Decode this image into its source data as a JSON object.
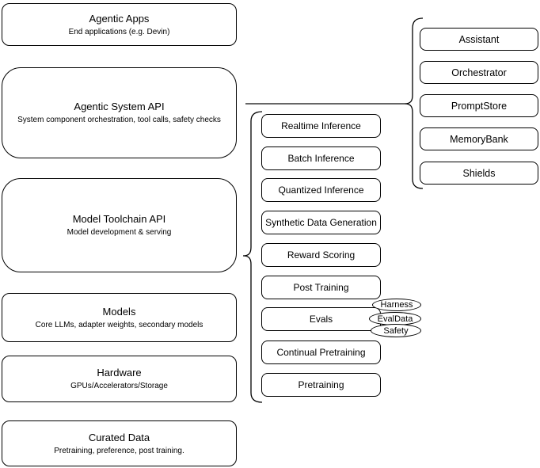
{
  "diagram": {
    "layers": [
      {
        "title": "Agentic Apps",
        "subtitle": "End applications (e.g. Devin)"
      },
      {
        "title": "Agentic System API",
        "subtitle": "System component orchestration, tool calls, safety checks"
      },
      {
        "title": "Model Toolchain API",
        "subtitle": "Model development & serving"
      },
      {
        "title": "Models",
        "subtitle": "Core LLMs, adapter weights, secondary models"
      },
      {
        "title": "Hardware",
        "subtitle": "GPUs/Accelerators/Storage"
      },
      {
        "title": "Curated Data",
        "subtitle": "Pretraining, preference, post training."
      }
    ],
    "toolchain_items": [
      "Realtime Inference",
      "Batch Inference",
      "Quantized Inference",
      "Synthetic Data Generation",
      "Reward Scoring",
      "Post Training",
      "Evals",
      "Continual Pretraining",
      "Pretraining"
    ],
    "eval_tags": [
      "Harness",
      "EvalData",
      "Safety"
    ],
    "system_components": [
      "Assistant",
      "Orchestrator",
      "PromptStore",
      "MemoryBank",
      "Shields"
    ],
    "colors": {
      "stroke": "#000000",
      "connector": "#666666",
      "background": "#ffffff"
    }
  }
}
